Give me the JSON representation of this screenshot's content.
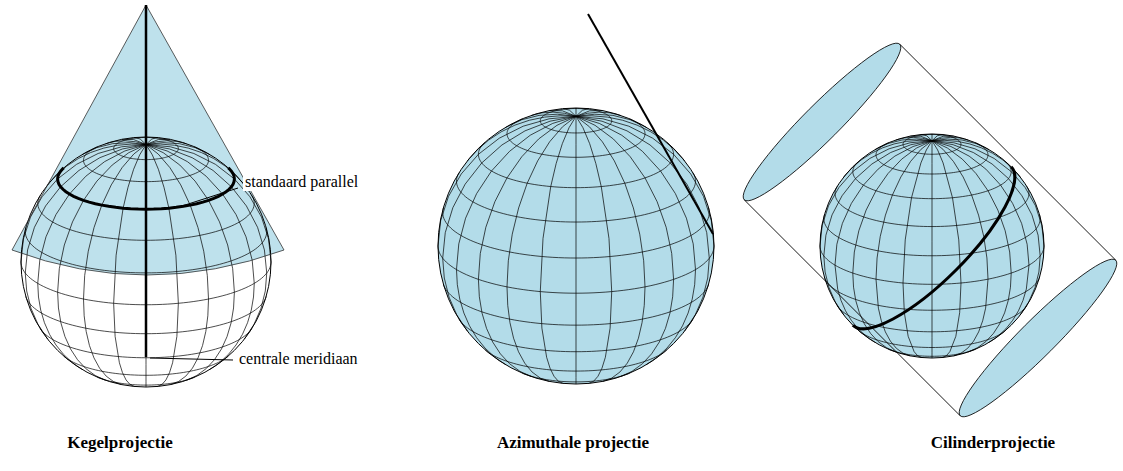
{
  "diagram": {
    "labels": [
      "standaard parallel",
      "centrale meridiaan",
      "Kegelprojectie",
      "Azimuthale projectie",
      "Cilinderprojectie"
    ]
  }
}
